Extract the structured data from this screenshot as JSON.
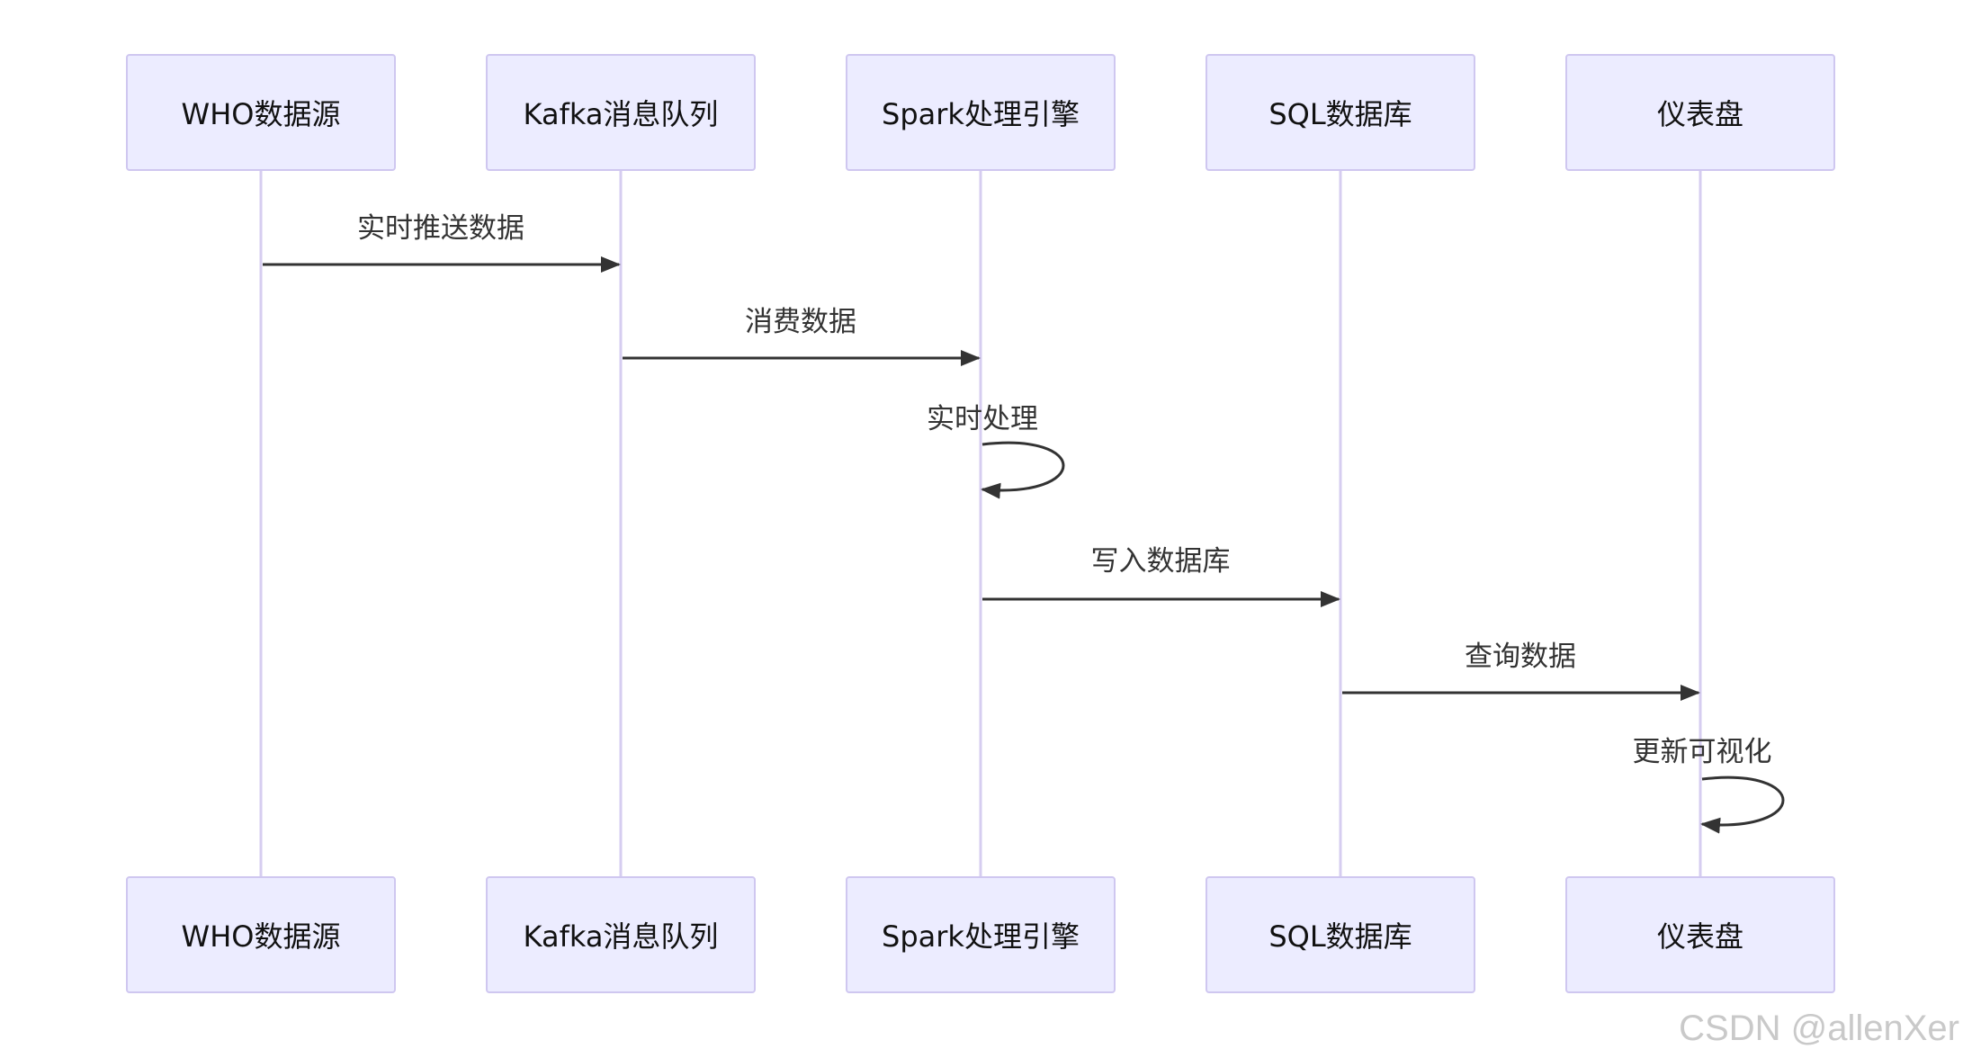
{
  "actors": [
    {
      "id": "who",
      "label": "WHO数据源"
    },
    {
      "id": "kafka",
      "label": "Kafka消息队列"
    },
    {
      "id": "spark",
      "label": "Spark处理引擎"
    },
    {
      "id": "sql",
      "label": "SQL数据库"
    },
    {
      "id": "dash",
      "label": "仪表盘"
    }
  ],
  "messages": [
    {
      "from": 0,
      "to": 1,
      "label": "实时推送数据"
    },
    {
      "from": 1,
      "to": 2,
      "label": "消费数据"
    },
    {
      "from": 2,
      "to": 2,
      "label": "实时处理"
    },
    {
      "from": 2,
      "to": 3,
      "label": "写入数据库"
    },
    {
      "from": 3,
      "to": 4,
      "label": "查询数据"
    },
    {
      "from": 4,
      "to": 4,
      "label": "更新可视化"
    }
  ],
  "watermark": "CSDN @allenXer",
  "colors": {
    "actor_fill": "#ececff",
    "actor_border": "#cfc7f0",
    "lifeline": "#d6cdf0",
    "arrow": "#333333"
  }
}
